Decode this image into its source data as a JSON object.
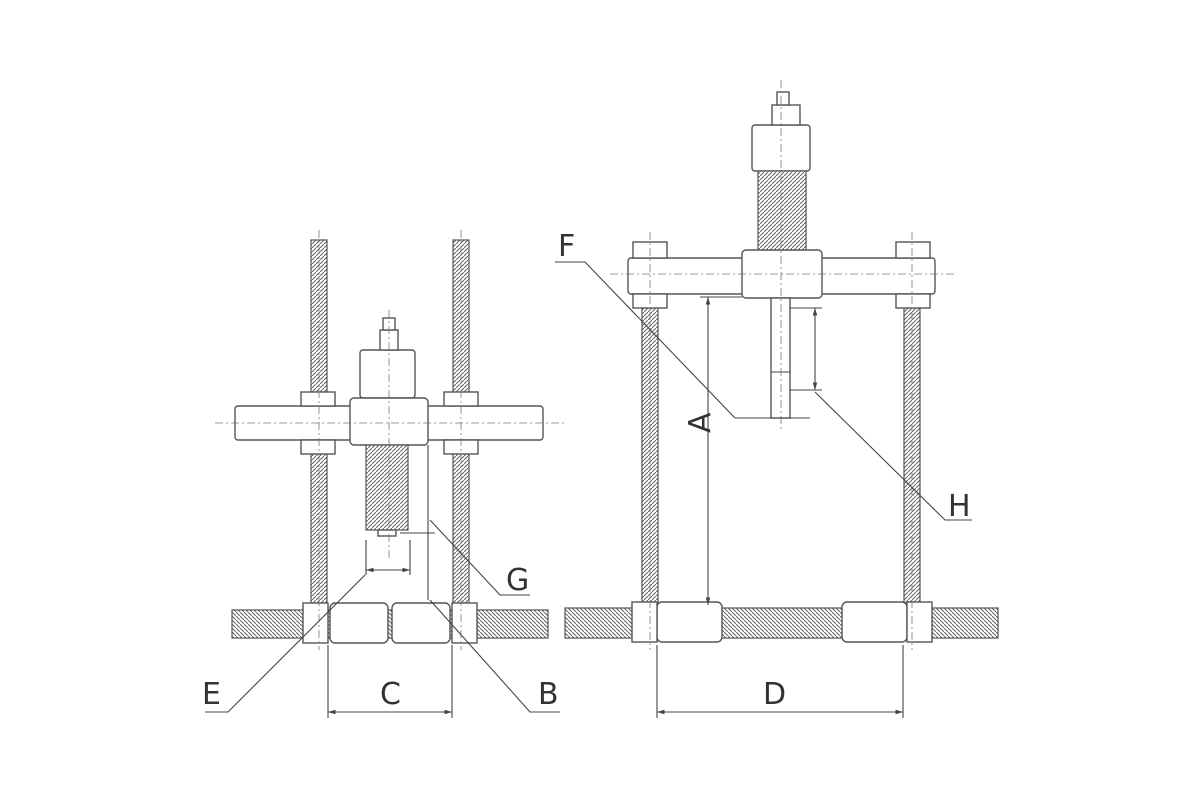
{
  "labels": {
    "A": "A",
    "B": "B",
    "C": "C",
    "D": "D",
    "E": "E",
    "F": "F",
    "G": "G",
    "H": "H"
  },
  "colors": {
    "line": "#555555",
    "background": "#ffffff"
  }
}
